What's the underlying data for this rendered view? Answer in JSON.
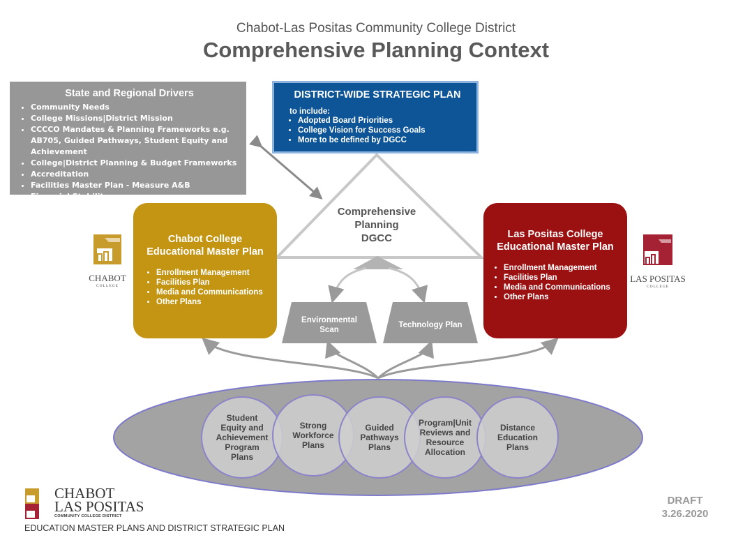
{
  "header": {
    "subtitle": "Chabot-Las Positas Community College District",
    "title": "Comprehensive Planning Context"
  },
  "state_drivers": {
    "title": "State and Regional Drivers",
    "items": [
      "Community Needs",
      "College Missions|District Mission",
      "CCCCO Mandates & Planning Frameworks e.g. AB705, Guided Pathways, Student Equity and Achievement",
      "College|District Planning & Budget Frameworks",
      "Accreditation",
      "Facilities Master Plan - Measure A&B",
      "Financial Stability"
    ]
  },
  "district_plan": {
    "title": "DISTRICT-WIDE STRATEGIC PLAN",
    "intro": "to include:",
    "items": [
      "Adopted Board Priorities",
      "College Vision for Success Goals",
      "More to be defined by DGCC"
    ]
  },
  "center": {
    "line1": "Comprehensive",
    "line2": "Planning",
    "line3": "DGCC"
  },
  "chabot_plan": {
    "line1": "Chabot College",
    "line2": "Educational Master Plan",
    "items": [
      "Enrollment Management",
      "Facilities Plan",
      "Media and Communications",
      "Other Plans"
    ]
  },
  "lp_plan": {
    "line1": "Las Positas College",
    "line2": "Educational Master Plan",
    "items": [
      "Enrollment Management",
      "Facilities Plan",
      "Media and Communications",
      "Other Plans"
    ]
  },
  "env_scan": {
    "line1": "Environmental",
    "line2": "Scan"
  },
  "tech_plan": {
    "label": "Technology Plan"
  },
  "plans": [
    {
      "lines": [
        "Student",
        "Equity and",
        "Achievement",
        "Program",
        "Plans"
      ]
    },
    {
      "lines": [
        "Strong",
        "Workforce",
        "Plans"
      ]
    },
    {
      "lines": [
        "Guided",
        "Pathways",
        "Plans"
      ]
    },
    {
      "lines": [
        "Program|Unit",
        "Reviews and",
        "Resource",
        "Allocation"
      ]
    },
    {
      "lines": [
        "Distance",
        "Education",
        "Plans"
      ]
    }
  ],
  "logos": {
    "chabot_name": "CHABOT",
    "chabot_sub": "COLLEGE",
    "lp_name": "LAS POSITAS",
    "lp_sub": "COLLEGE",
    "district_line1": "CHABOT",
    "district_line2": "LAS POSITAS",
    "district_line3": "COMMUNITY COLLEGE DISTRICT"
  },
  "draft": {
    "line1": "DRAFT",
    "line2": "3.26.2020"
  },
  "footer": {
    "text": "EDUCATION MASTER PLANS AND DISTRICT STRATEGIC PLAN"
  },
  "colors": {
    "state_box": "#979797",
    "district_box": "#0d5596",
    "chabot": "#c39513",
    "las_positas": "#9b1112",
    "connector": "#9a9a9a",
    "ellipse": "#a3a3a3",
    "circle_border": "#8c84c8"
  }
}
